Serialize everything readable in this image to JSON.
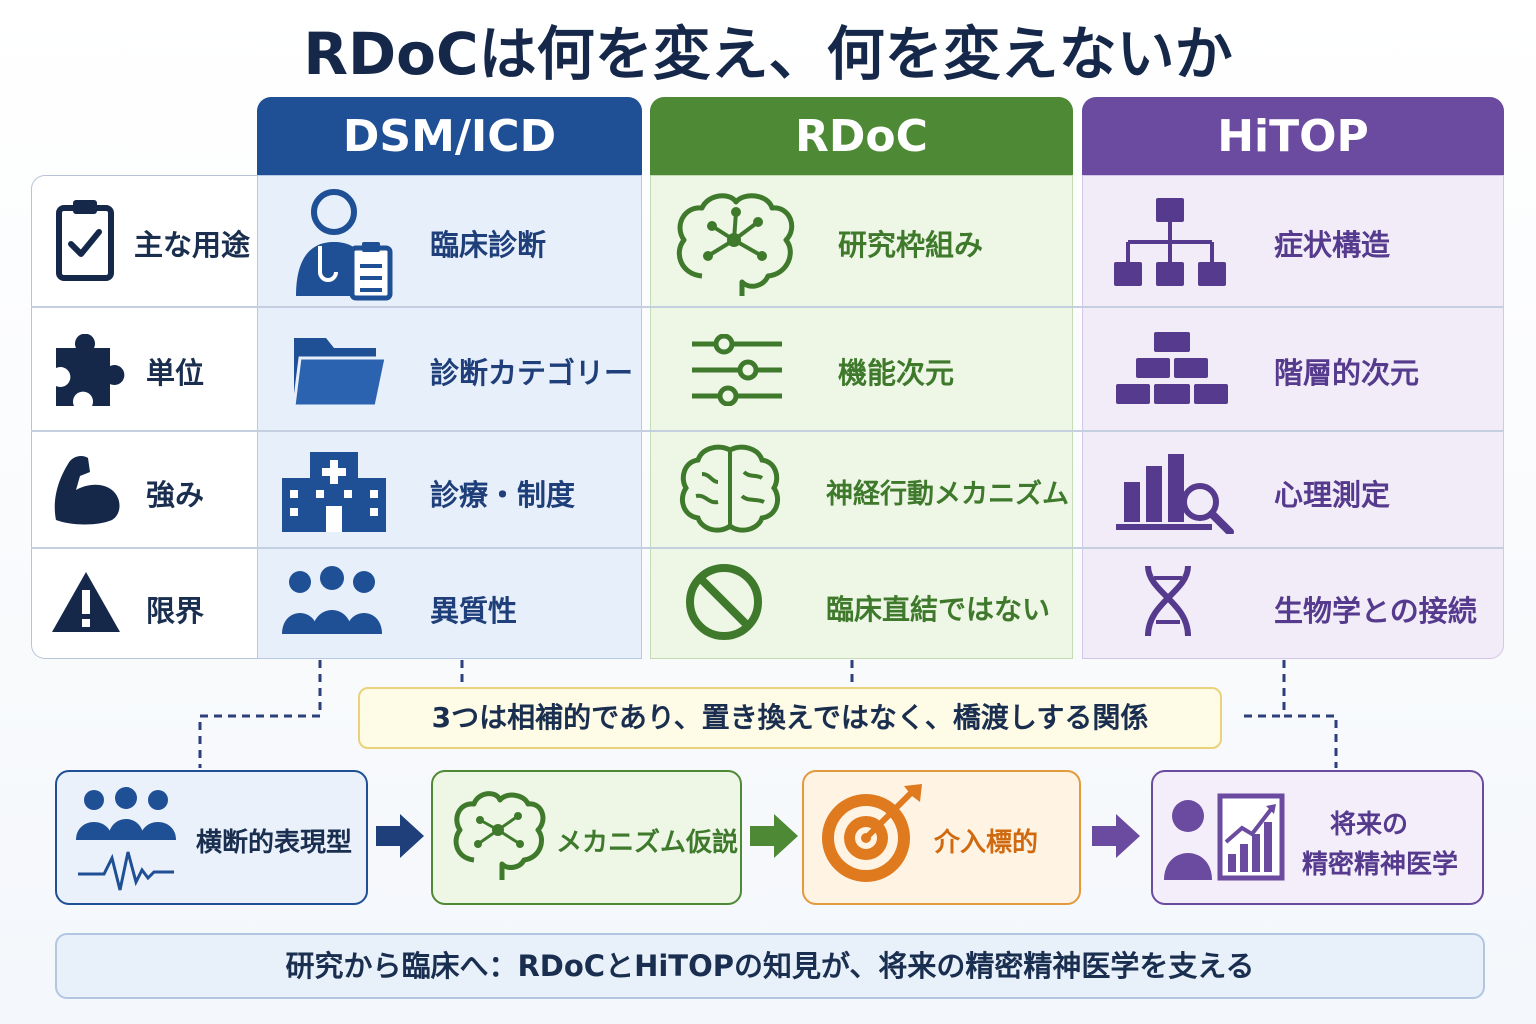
{
  "title": "RDoCは何を変え、何を変えないか",
  "columns": [
    {
      "name": "DSM/ICD",
      "color": "#1f4f95",
      "text_color": "#1f3f7a",
      "bg": "#e7effa",
      "cells": [
        "臨床診断",
        "診断カテゴリー",
        "診療・制度",
        "異質性"
      ]
    },
    {
      "name": "RDoC",
      "color": "#4e8a36",
      "text_color": "#3f7a2c",
      "bg": "#eef6e6",
      "cells": [
        "研究枠組み",
        "機能次元",
        "神経行動メカニズム",
        "臨床直結ではない"
      ]
    },
    {
      "name": "HiTOP",
      "color": "#6a4ba0",
      "text_color": "#553a8d",
      "bg": "#f1ecf8",
      "cells": [
        "症状構造",
        "階層的次元",
        "心理測定",
        "生物学との接続"
      ]
    }
  ],
  "rows": [
    "主な用途",
    "単位",
    "強み",
    "限界"
  ],
  "note": "3つは相補的であり、置き換えではなく、橋渡しする関係",
  "flow": [
    {
      "label": "横断的表現型",
      "color": "#1f4f95",
      "bg": "#eaf1fb"
    },
    {
      "label": "メカニズム仮説",
      "color": "#4e8a36",
      "bg": "#eef6e6"
    },
    {
      "label": "介入標的",
      "color": "#e07a1f",
      "bg": "#fff4e4"
    },
    {
      "label_line1": "将来の",
      "label_line2": "精密精神医学",
      "color": "#6a4ba0",
      "bg": "#f3eefa"
    }
  ],
  "bottom": "研究から臨床へ：RDoCとHiTOPの知見が、将来の精密精神医学を支える"
}
